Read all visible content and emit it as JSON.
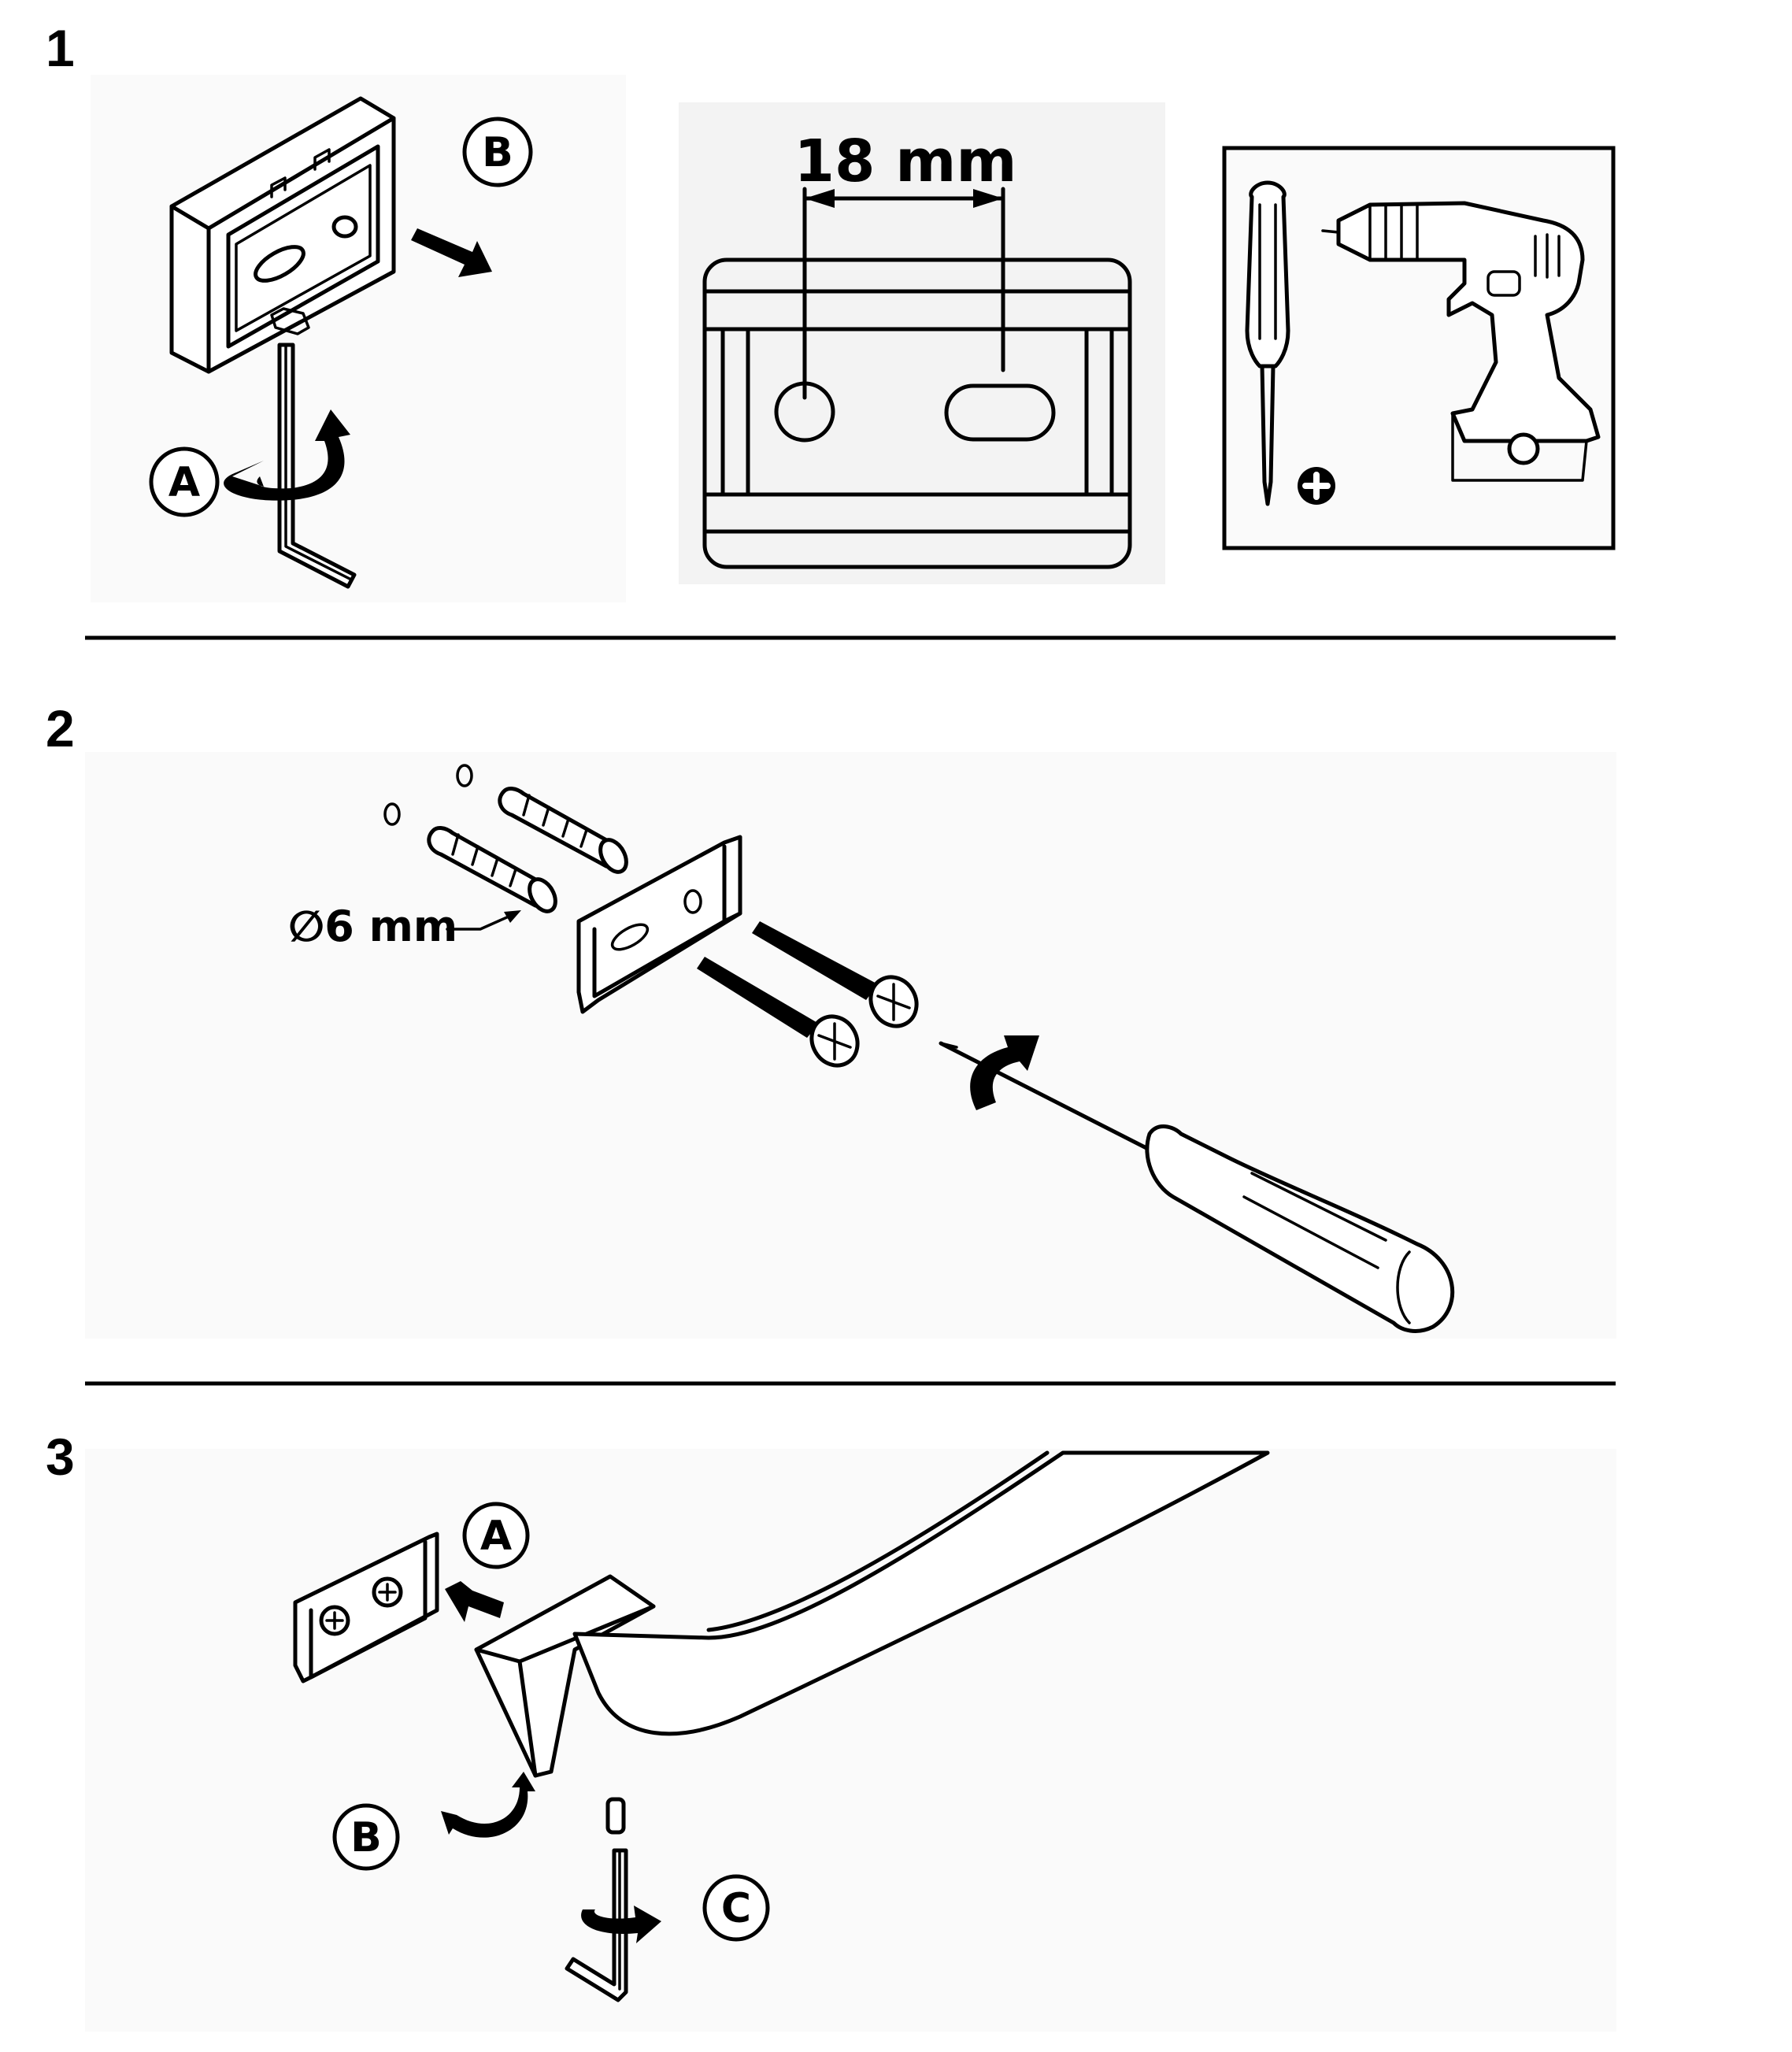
{
  "steps": [
    {
      "number": "1",
      "callouts": [
        "A",
        "B"
      ],
      "dimension": "18 mm"
    },
    {
      "number": "2",
      "dimension": "∅6 mm"
    },
    {
      "number": "3",
      "callouts": [
        "A",
        "B",
        "C"
      ]
    }
  ],
  "icons": [
    "hex-key-icon",
    "screwdriver-icon",
    "drill-icon",
    "phillips-plus-icon",
    "wall-plug-icon",
    "screw-icon"
  ],
  "colors": {
    "line": "#000000",
    "panel": "#fafafa",
    "background": "#ffffff"
  }
}
